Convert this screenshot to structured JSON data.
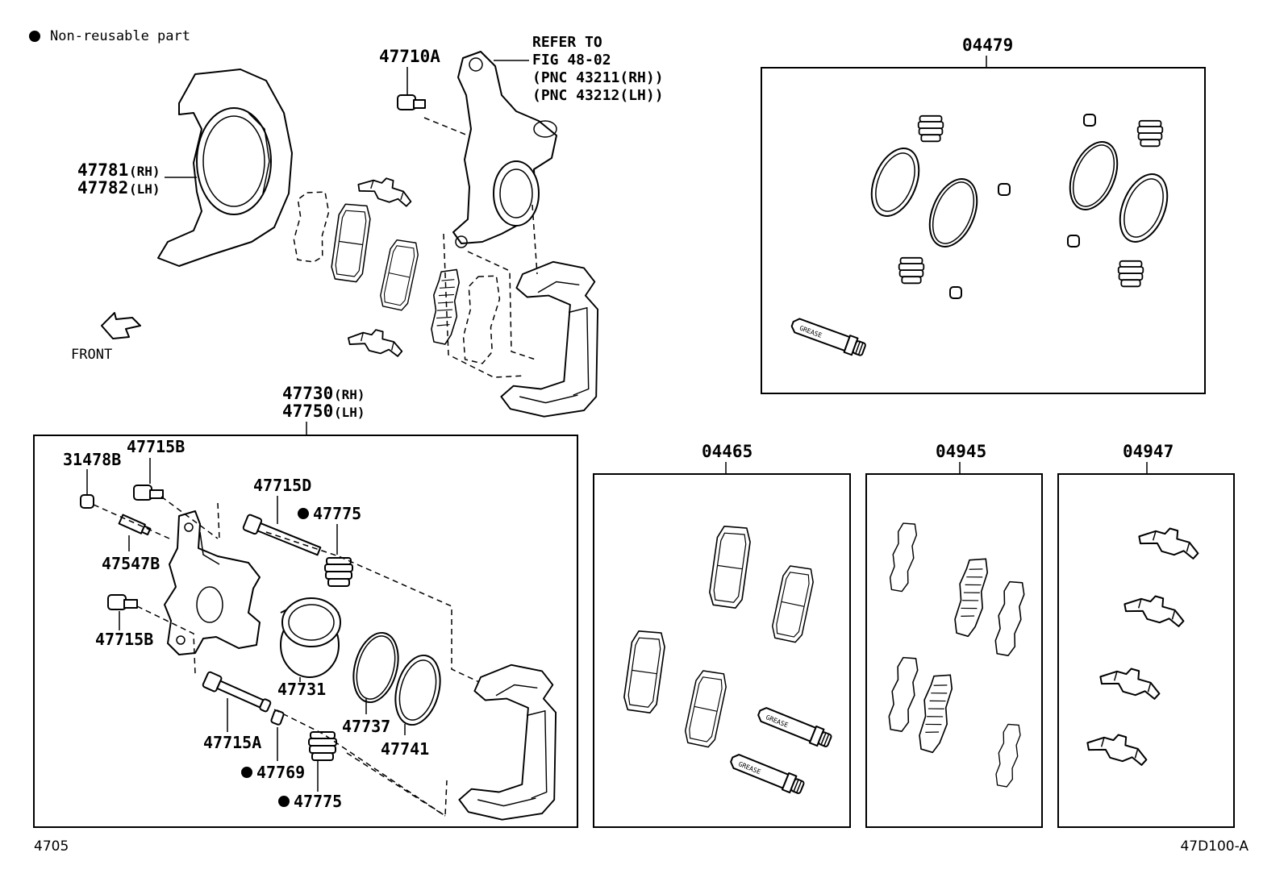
{
  "legend": {
    "marker": "●",
    "text": "Non-reusable part"
  },
  "front_label": "FRONT",
  "refer": {
    "line1": "REFER TO",
    "line2": "FIG 48-02",
    "line3": "(PNC 43211(RH))",
    "line4": "(PNC 43212(LH))"
  },
  "top_parts": {
    "p47710A": "47710A",
    "p47781": "47781",
    "p47781_side": "(RH)",
    "p47782": "47782",
    "p47782_side": "(LH)"
  },
  "caliper_box": {
    "title1": "47730",
    "title1_side": "(RH)",
    "title2": "47750",
    "title2_side": "(LH)",
    "p31478B": "31478B",
    "p47715B_top": "47715B",
    "p47715D": "47715D",
    "p47775_top": "47775",
    "p47547B": "47547B",
    "p47715B_bottom": "47715B",
    "p47731": "47731",
    "p47737": "47737",
    "p47741": "47741",
    "p47715A": "47715A",
    "p47769": "47769",
    "p47775_bottom": "47775"
  },
  "kit_boxes": {
    "k04479": "04479",
    "k04465": "04465",
    "k04945": "04945",
    "k04947": "04947"
  },
  "tube_label": "GREASE",
  "footer": {
    "left_code": "4705",
    "right_code": "47D100-A"
  }
}
